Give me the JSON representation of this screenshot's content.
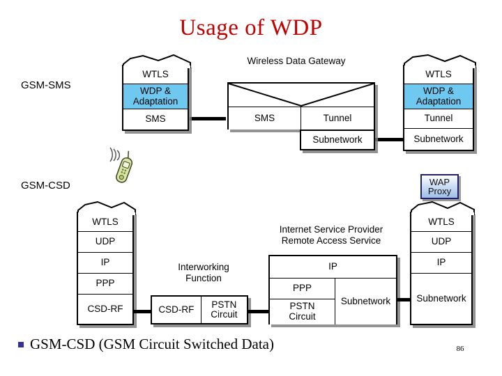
{
  "slide": {
    "title": "Usage of WDP",
    "page_number": "86",
    "bullet": "GSM-CSD (GSM Circuit Switched Data)",
    "bullet_color": "#33339A",
    "title_color": "#C00000",
    "highlight_color": "#6FC8F0"
  },
  "sms_section": {
    "row_label": "GSM-SMS",
    "device_icon": "mobile-phone-icon",
    "gateway_caption": "Wireless Data Gateway",
    "client_stack": {
      "layers": [
        {
          "label": "WTLS",
          "highlight": false
        },
        {
          "label": "WDP &\nAdaptation",
          "line1": "WDP &",
          "line2": "Adaptation",
          "highlight": true
        },
        {
          "label": "SMS",
          "highlight": false
        }
      ]
    },
    "gateway_box": {
      "top_label": "",
      "left_column": "SMS",
      "right_column": "Tunnel",
      "right_lower": "Subnetwork"
    },
    "proxy_stack": {
      "layers": [
        {
          "label": "WTLS",
          "highlight": false
        },
        {
          "label": "WDP &\nAdaptation",
          "line1": "WDP &",
          "line2": "Adaptation",
          "highlight": true
        },
        {
          "label": "Tunnel",
          "highlight": false
        },
        {
          "label": "Subnetwork",
          "highlight": false
        }
      ]
    }
  },
  "csd_section": {
    "row_label": "GSM-CSD",
    "device_icon": "mobile-phone-icon",
    "wap_proxy": {
      "line1": "WAP",
      "line2": "Proxy"
    },
    "client_stack": {
      "layers": [
        {
          "label": "WTLS"
        },
        {
          "label": "UDP"
        },
        {
          "label": "IP"
        },
        {
          "label": "PPP"
        },
        {
          "label": "CSD-RF"
        }
      ]
    },
    "iwf": {
      "caption_line1": "Interworking",
      "caption_line2": "Function",
      "left_column": "CSD-RF",
      "right_column_line1": "PSTN",
      "right_column_line2": "Circuit"
    },
    "isp": {
      "caption_line1": "Internet Service Provider",
      "caption_line2": "Remote Access Service",
      "top_row": "IP",
      "left_upper": "PPP",
      "left_lower_line1": "PSTN",
      "left_lower_line2": "Circuit",
      "right_column": "Subnetwork"
    },
    "proxy_stack": {
      "layers": [
        {
          "label": "WTLS"
        },
        {
          "label": "UDP"
        },
        {
          "label": "IP"
        },
        {
          "label": "Subnetwork"
        }
      ]
    }
  }
}
